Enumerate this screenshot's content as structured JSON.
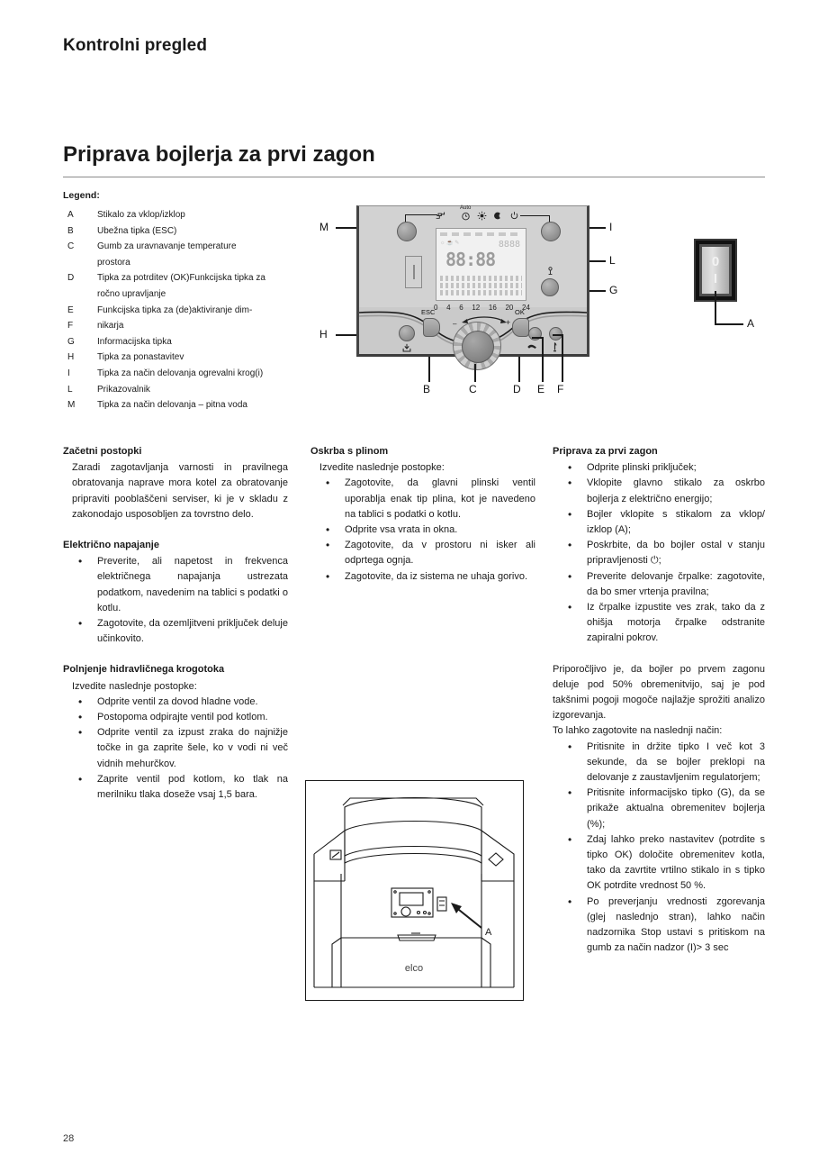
{
  "header": {
    "running_head": "Kontrolni pregled",
    "chapter_title": "Priprava bojlerja za prvi zagon"
  },
  "legend": {
    "title": "Legend:",
    "items": [
      {
        "key": "A",
        "text": "Stikalo za vklop/izklop"
      },
      {
        "key": "B",
        "text": "Ubežna tipka (ESC)"
      },
      {
        "key": "C",
        "text": "Gumb za uravnavanje temperature"
      },
      {
        "key": "",
        "text": "prostora"
      },
      {
        "key": "D",
        "text": "Tipka za potrditev (OK)Funkcijska tipka za"
      },
      {
        "key": "",
        "text": "ročno upravljanje"
      },
      {
        "key": "E",
        "text": "Funkcijska tipka za (de)aktiviranje dim-"
      },
      {
        "key": "F",
        "text": "nikarja"
      },
      {
        "key": "G",
        "text": "Informacijska tipka"
      },
      {
        "key": "H",
        "text": "Tipka za ponastavitev"
      },
      {
        "key": "I",
        "text": "Tipka za način delovanja ogrevalni krog(i)"
      },
      {
        "key": "L",
        "text": "Prikazovalnik"
      },
      {
        "key": "M",
        "text": "Tipka za način delovanja – pitna voda"
      }
    ]
  },
  "panel_figure": {
    "callouts": {
      "m": "M",
      "h": "H",
      "i": "I",
      "l": "L",
      "g": "G",
      "b": "B",
      "c": "C",
      "d": "D",
      "e": "E",
      "f": "F"
    },
    "button_labels": {
      "esc": "ESC",
      "ok": "OK"
    },
    "mode_icons": {
      "auto_label": "Auto",
      "auto": "clock-icon",
      "comfort": "sun-icon",
      "reduced": "moon-icon",
      "standby": "power-standby-icon",
      "dhw": "tap-water-icon",
      "reset": "reset-icon",
      "info": "info-icon",
      "manual": "hand-icon",
      "chimney": "chimney-sweep-icon"
    },
    "scale_ticks": [
      "0",
      "4",
      "6",
      "12",
      "16",
      "20",
      "24"
    ],
    "dial_minus": "–",
    "dial_plus": "+",
    "lcd": {
      "main_digits": "88:88",
      "small_digits": "8888"
    }
  },
  "rocker_switch": {
    "label_off": "0",
    "label_on": "I",
    "callout": "A"
  },
  "column_1": {
    "s1_heading": "Začetni postopki",
    "s1_para": "Zaradi zagotavljanja varnosti in pravilnega obratovanja naprave mora kotel za obratovanje pripraviti pooblaščeni serviser, ki je v skladu z zakonodajo usposobljen za tovrstno delo.",
    "s2_heading": "Električno napajanje",
    "s2_bullets": [
      "Preverite, ali napetost in frekvenca električnega napajanja ustrezata podatkom, navedenim na tablici s podatki o kotlu.",
      "Zagotovite, da ozemljitveni priključek deluje učinkovito."
    ],
    "s3_heading": "Polnjenje hidravličnega krogotoka",
    "s3_lead": "Izvedite naslednje postopke:",
    "s3_bullets": [
      "Odprite ventil za dovod hladne vode.",
      "Postopoma odpirajte ventil pod kotlom.",
      "Odprite ventil za izpust zraka do najnižje točke in ga zaprite šele, ko v vodi ni več vidnih mehurčkov.",
      "Zaprite ventil pod kotlom, ko tlak na merilniku tlaka doseže vsaj 1,5 bara."
    ]
  },
  "column_2": {
    "s1_heading": "Oskrba s plinom",
    "s1_lead": "Izvedite naslednje postopke:",
    "s1_bullets": [
      "Zagotovite, da glavni plinski ventil uporablja enak tip plina, kot je navedeno na tablici s podatki o kotlu.",
      "Odprite vsa vrata in okna.",
      "Zagotovite, da v prostoru ni isker ali odprtega ognja.",
      "Zagotovite, da iz sistema ne uhaja gorivo."
    ]
  },
  "column_3": {
    "s1_heading": "Priprava za prvi zagon",
    "s1_bullets": [
      "Odprite plinski priključek;",
      "Vklopite glavno stikalo za oskrbo bojlerja z električno energijo;",
      "Bojler vklopite s stikalom za vklop/ izklop (A);",
      "Poskrbite, da bo bojler ostal v stanju pripravljenosti ⏻;",
      "Preverite delovanje črpalke: zagotovite, da bo smer vrtenja pravilna;",
      "Iz črpalke izpustite ves zrak, tako da z ohišja motorja črpalke odstranite zapiralni pokrov."
    ],
    "p1": "Priporočljivo je, da bojler po prvem zagonu deluje pod 50% obremenitvijo, saj je pod takšnimi pogoji mogoče najlažje sprožiti analizo izgorevanja.",
    "p2": "To lahko zagotovite na naslednji način:",
    "s2_bullets": [
      "Pritisnite in držite tipko I več kot 3 sekunde, da se bojler preklopi na delovanje z zaustavljenim regulatorjem;",
      "Pritisnite informacijsko tipko (G), da se prikaže aktualna obremenitev bojlerja (%);",
      "Zdaj lahko preko nastavitev (potrdite s tipko OK) določite obremenitev kotla, tako da zavrtite vrtilno stikalo in s tipko OK potrdite vrednost 50 %.",
      "Po preverjanju vrednosti zgorevanja (glej naslednjo stran), lahko način nadzornika Stop ustavi s pritiskom na gumb za način nadzor (I)> 3 sec"
    ]
  },
  "boiler_figure": {
    "brand": "elco",
    "callout": "A"
  },
  "footer": {
    "page_number": "28"
  }
}
